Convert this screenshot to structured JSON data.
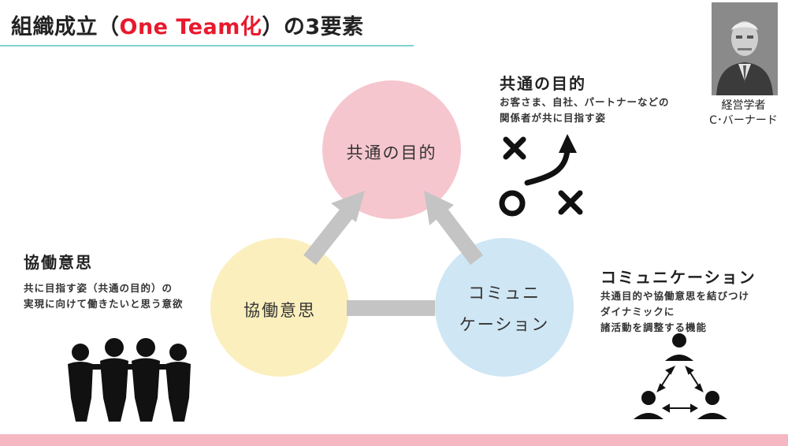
{
  "title": {
    "main": "組織成立（",
    "accent": "One Team化",
    "tail": "）の3要素"
  },
  "person": {
    "role": "経営学者",
    "name": "C･バーナード"
  },
  "nodes": {
    "purpose": "共通の目的",
    "cooperation": "協働意思",
    "communication_line1": "コミュニ",
    "communication_line2": "ケーション"
  },
  "sections": {
    "purpose": {
      "heading": "共通の目的",
      "lines": [
        "お客さま、自社、パートナーなどの",
        "関係者が共に目指す姿"
      ]
    },
    "cooperation": {
      "heading": "協働意思",
      "lines": [
        "共に目指す姿（共通の目的）の",
        "実現に向けて働きたいと思う意欲"
      ]
    },
    "communication": {
      "heading": "コミュニケーション",
      "lines": [
        "共通目的や協働意思を結びつけ",
        "ダイナミックに",
        "諸活動を調整する機能"
      ]
    }
  },
  "colors": {
    "accent": "#e8192c",
    "purpose_circle": "#f6c6ce",
    "cooperation_circle": "#fbefbd",
    "communication_circle": "#cfe6f4",
    "arrow": "#c4c4c4",
    "rule": "#7fd3d0",
    "bottom_bar": "#f5b8c2"
  },
  "icons": [
    "portrait-photo",
    "strategy-play-icon",
    "team-people-icon",
    "network-people-icon"
  ]
}
